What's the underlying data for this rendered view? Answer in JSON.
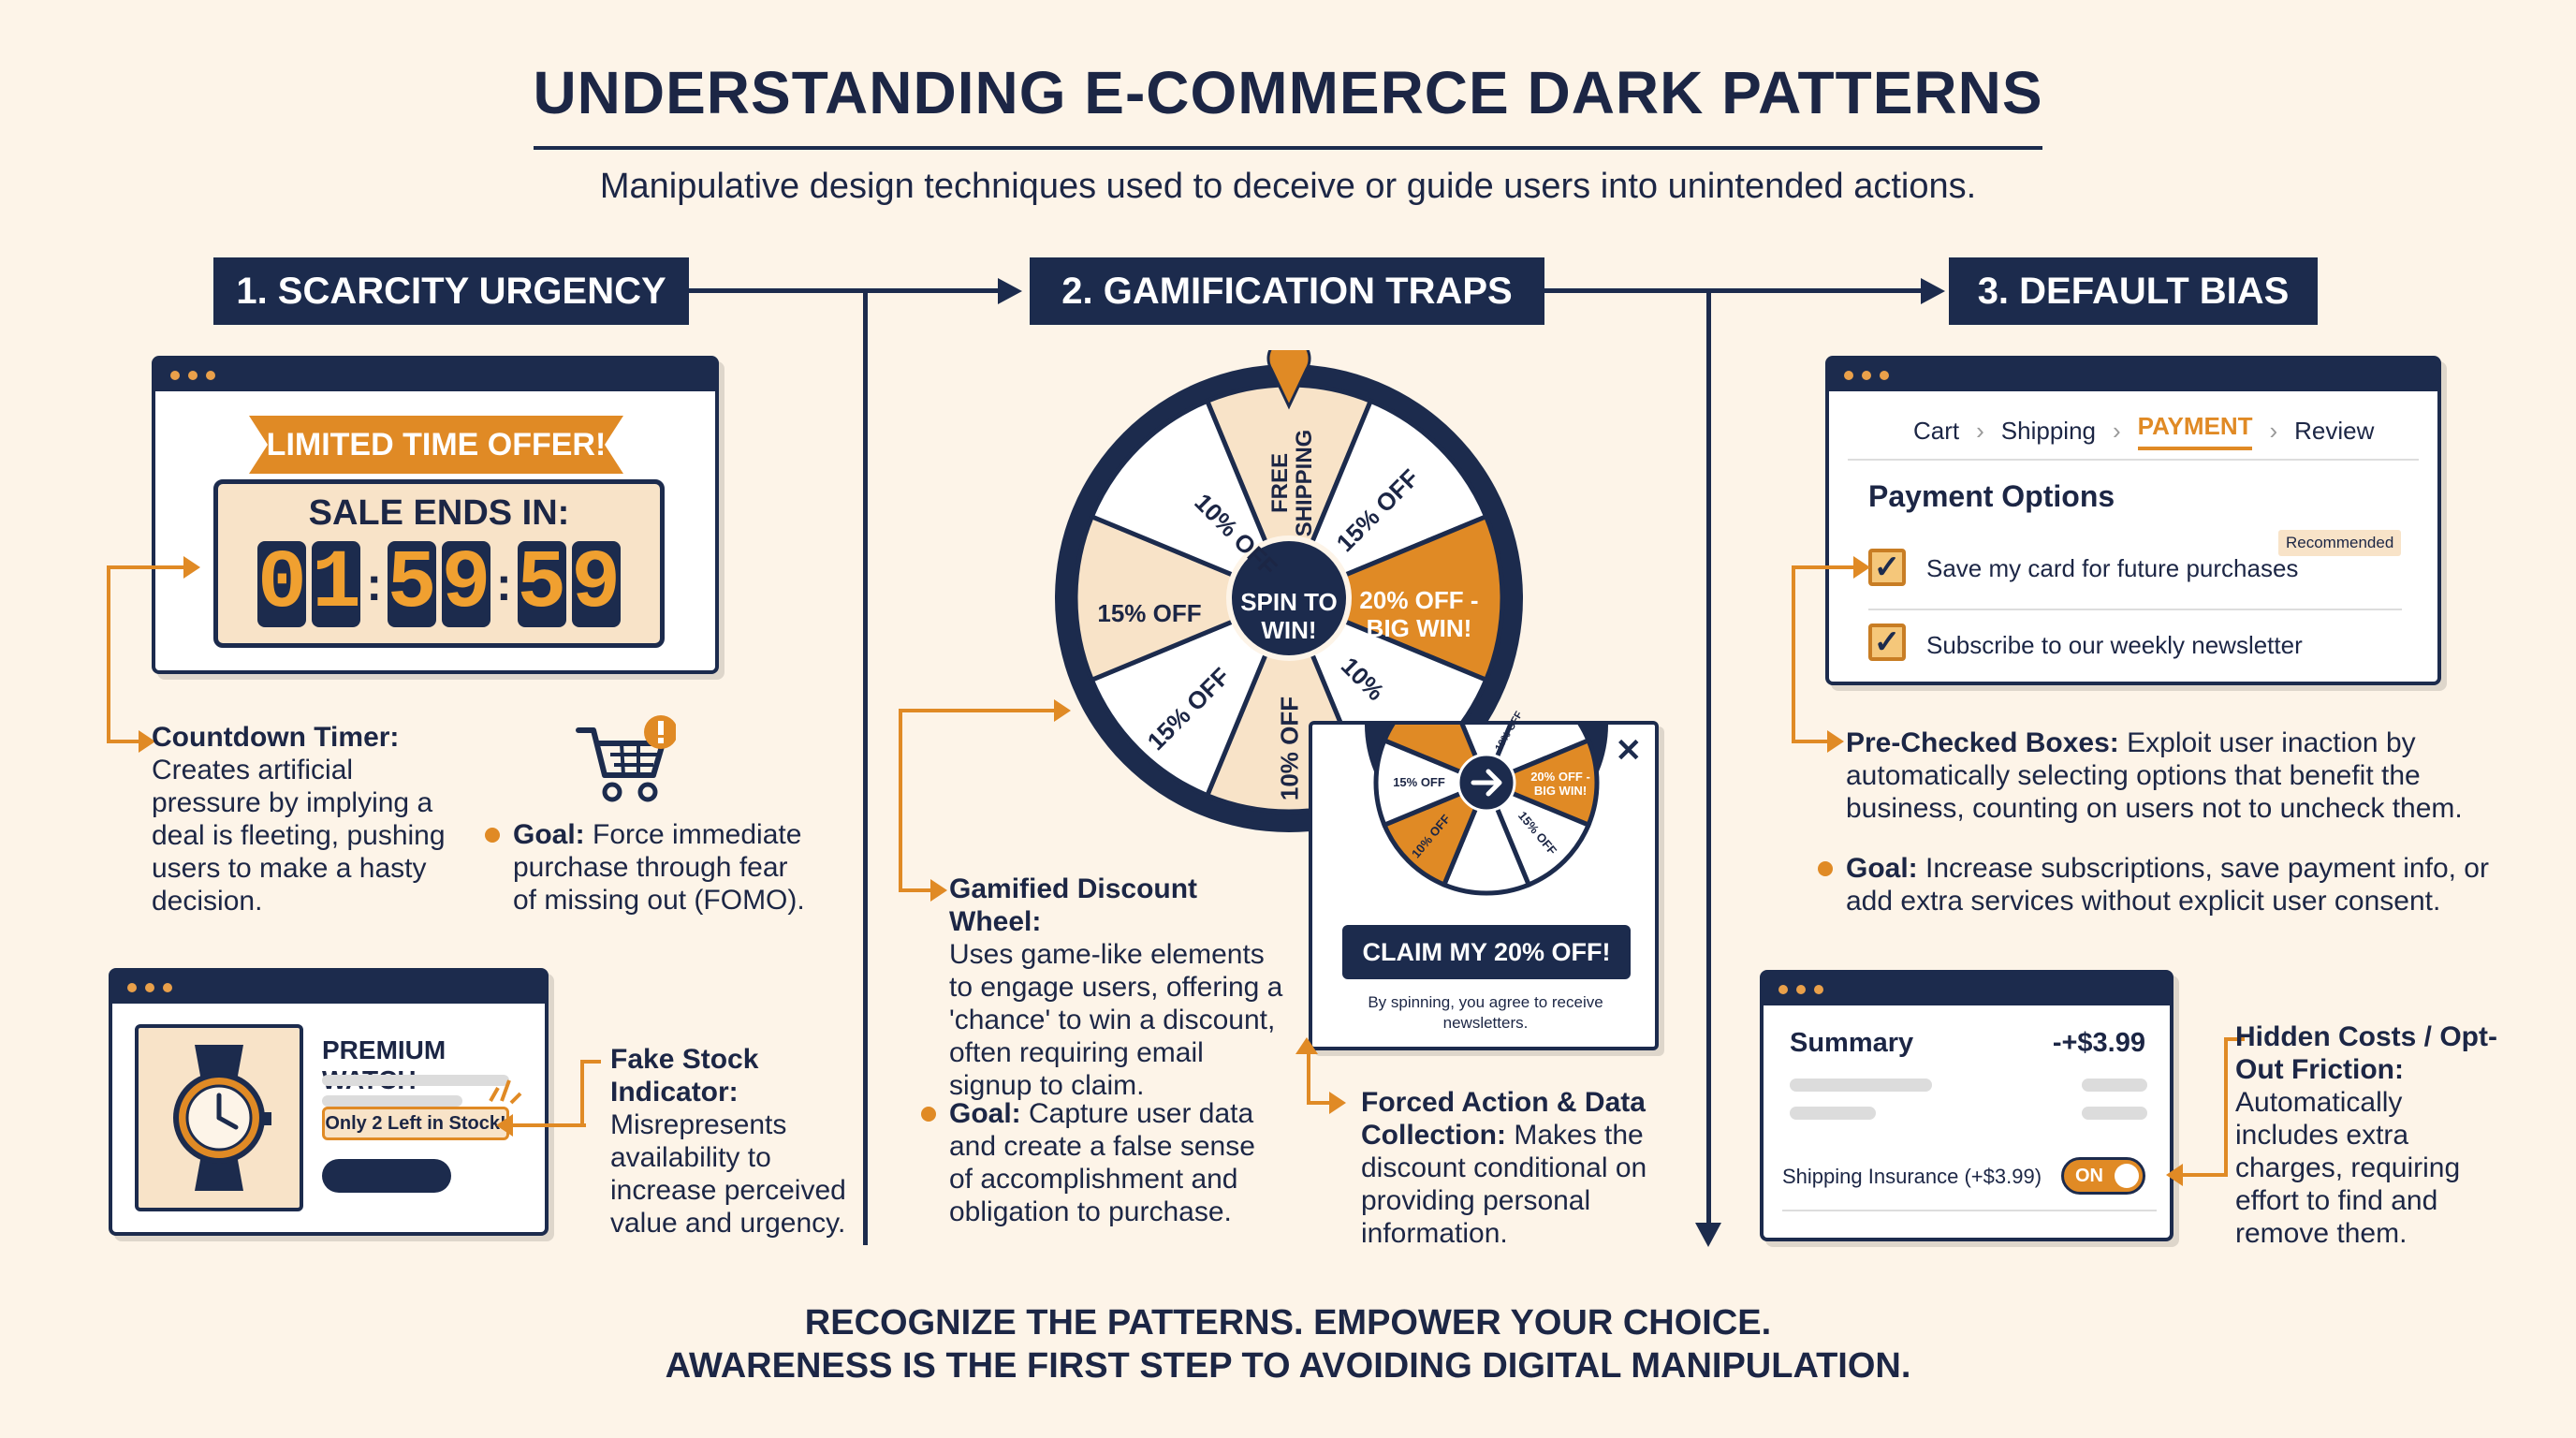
{
  "header": {
    "title": "UNDERSTANDING E-COMMERCE DARK PATTERNS",
    "subtitle": "Manipulative design techniques used to deceive or guide users into unintended actions."
  },
  "sections": {
    "s1": "1. SCARCITY URGENCY",
    "s2": "2. GAMIFICATION TRAPS",
    "s3": "3. DEFAULT BIAS"
  },
  "scarcity": {
    "banner": "LIMITED TIME OFFER!",
    "sale_ends": "SALE ENDS IN:",
    "digits": [
      "0",
      "1",
      "5",
      "9",
      "5",
      "9"
    ],
    "countdown_title": "Countdown Timer:",
    "countdown_desc": "Creates artificial pressure by implying a deal is fleeting, pushing users to make a hasty decision.",
    "goal_label": "Goal:",
    "goal_text": "Force immediate purchase through fear of missing out (FOMO).",
    "product_name": "PREMIUM WATCH",
    "stock_badge": "Only 2 Left in Stock!",
    "fake_stock_title": "Fake Stock Indicator:",
    "fake_stock_desc": "Misrepresents availability to increase perceived value and urgency."
  },
  "gamification": {
    "wheel_center": "SPIN TO WIN!",
    "segments": [
      "FREE SHIPPING",
      "15% OFF",
      "20% OFF - BIG WIN!",
      "10% OFF",
      "10% OFF",
      "15% OFF",
      "15% OFF",
      "10% OFF"
    ],
    "popup_cta": "CLAIM MY 20% OFF!",
    "popup_note": "By spinning, you agree to receive newsletters.",
    "wheel_title": "Gamified Discount Wheel:",
    "wheel_desc": "Uses game-like elements to engage users, offering a 'chance' to win a discount, often requiring email signup to claim.",
    "goal_label": "Goal:",
    "goal_text": "Capture user data and create a false sense of accomplishment and obligation to purchase.",
    "forced_title": "Forced Action & Data Collection:",
    "forced_desc": "Makes the discount conditional on providing personal information."
  },
  "default_bias": {
    "breadcrumbs": [
      "Cart",
      "Shipping",
      "PAYMENT",
      "Review"
    ],
    "payment_title": "Payment Options",
    "recommended": "Recommended",
    "option1": "Save my card for future purchases",
    "option2": "Subscribe to our weekly newsletter",
    "prechecked_title": "Pre-Checked Boxes:",
    "prechecked_desc": "Exploit user inaction by automatically selecting options that benefit the business, counting on users not to uncheck them.",
    "goal_label": "Goal:",
    "goal_text": "Increase subscriptions, save payment info, or add extra services without explicit user consent.",
    "summary_title": "Summary",
    "summary_amount": "-+$3.99",
    "insurance_label": "Shipping Insurance (+$3.99)",
    "toggle_label": "ON",
    "hidden_title": "Hidden Costs / Opt-Out Friction:",
    "hidden_desc": "Automatically includes extra charges, requiring effort to find and remove them."
  },
  "footer": {
    "line1": "RECOGNIZE THE PATTERNS. EMPOWER YOUR CHOICE.",
    "line2": "AWARENESS IS THE FIRST STEP TO AVOIDING DIGITAL MANIPULATION."
  },
  "colors": {
    "navy": "#1c2b4d",
    "orange": "#e08a25",
    "cream": "#fdf4e8",
    "peach": "#f8e3c8"
  }
}
